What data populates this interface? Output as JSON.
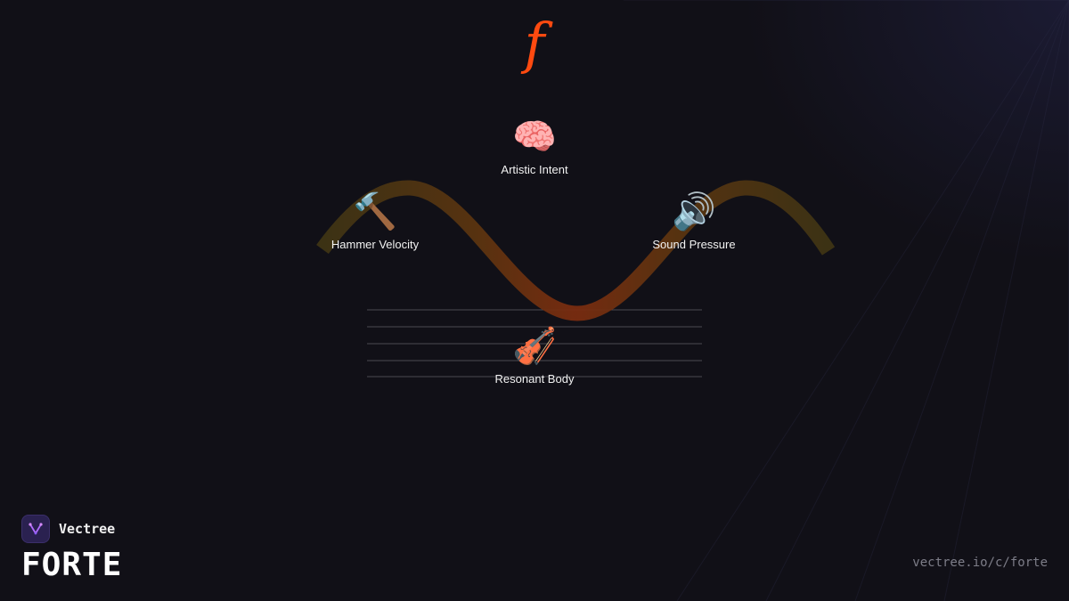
{
  "symbol": "f",
  "nodes": {
    "intent": {
      "icon": "brain-icon",
      "emoji": "🧠",
      "label": "Artistic Intent"
    },
    "hammer": {
      "icon": "hammer-icon",
      "emoji": "🔨",
      "label": "Hammer Velocity"
    },
    "sound": {
      "icon": "speaker-icon",
      "emoji": "🔊",
      "label": "Sound Pressure"
    },
    "body": {
      "icon": "violin-icon",
      "emoji": "🎻",
      "label": "Resonant Body"
    }
  },
  "brand": {
    "name": "Vectree",
    "title": "FORTE"
  },
  "url": "vectree.io/c/forte",
  "colors": {
    "background": "#111017",
    "symbol": "#ff4a10",
    "wave_outer": "#4a3a14",
    "wave_inner": "#7a2c10",
    "staff": "#4a4a52",
    "brand_logo": "#2a2150",
    "url": "#7d7d88"
  }
}
